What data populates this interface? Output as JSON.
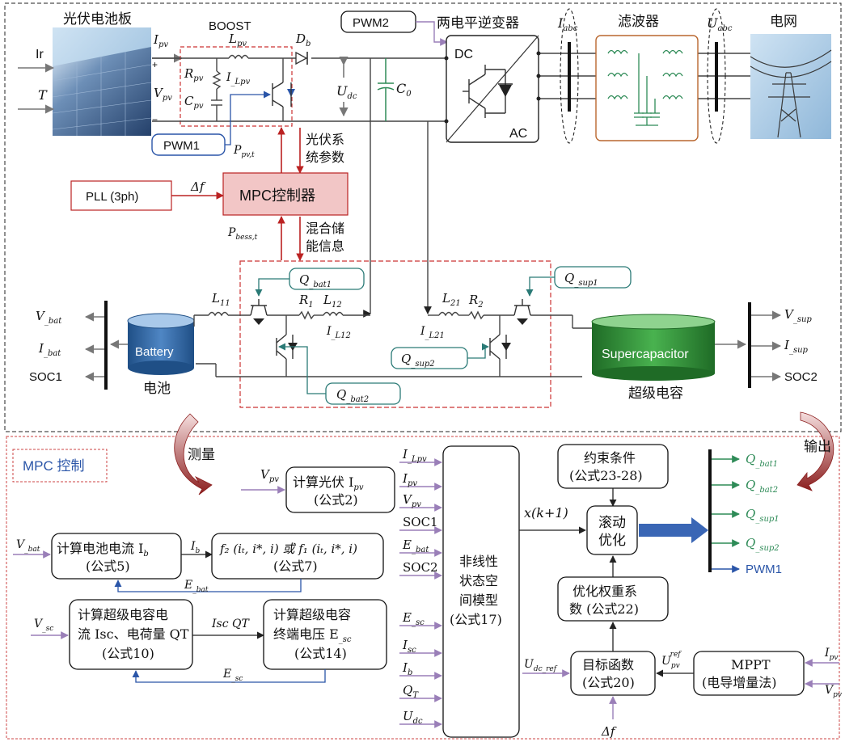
{
  "top": {
    "pv_panel_label": "光伏电池板",
    "boost_label": "BOOST",
    "pwm2_label": "PWM2",
    "inverter_title": "两电平逆变器",
    "inverter_dc": "DC",
    "inverter_ac": "AC",
    "filter_label": "滤波器",
    "grid_label": "电网",
    "input_ir": "Ir",
    "input_t": "T",
    "i_pv": "I",
    "i_pv_sub": "pv",
    "v_pv": "V",
    "v_pv_sub": "pv",
    "l_pv": "L",
    "l_pv_sub": "pv",
    "d_b": "D",
    "d_b_sub": "b",
    "r_pv": "R",
    "r_pv_sub": "pv",
    "c_pv": "C",
    "c_pv_sub": "pv",
    "i_lpv": "I",
    "i_lpv_sub": "_Lpv",
    "u_dc": "U",
    "u_dc_sub": "dc",
    "c_0": "C",
    "c_0_sub": "0",
    "i_abc": "I",
    "i_abc_sub": "abc",
    "u_abc": "U",
    "u_abc_sub": "abc",
    "pwm1_label": "PWM1",
    "p_pv_t": "P",
    "p_pv_t_sub": "pv,t",
    "pv_params_line1": "光伏系",
    "pv_params_line2": "统参数",
    "pll_label": "PLL (3ph)",
    "delta_f": "Δf",
    "mpc_controller": "MPC控制器",
    "p_bess_t": "P",
    "p_bess_t_sub": "bess,t",
    "hybrid_line1": "混合储",
    "hybrid_line2": "能信息",
    "q_bat1": "Q",
    "q_bat1_sub": "_bat1",
    "q_bat2": "Q",
    "q_bat2_sub": "_bat2",
    "q_sup1": "Q",
    "q_sup1_sub": "_sup1",
    "q_sup2": "Q",
    "q_sup2_sub": "_sup2",
    "l11": "L",
    "l11_sub": "11",
    "r1": "R",
    "r1_sub": "1",
    "l12": "L",
    "l12_sub": "12",
    "i_l12": "I",
    "i_l12_sub": "_L12",
    "l21": "L",
    "l21_sub": "21",
    "r2": "R",
    "r2_sub": "2",
    "i_l21": "I",
    "i_l21_sub": "_L21",
    "v_bat": "V",
    "v_bat_sub": "_bat",
    "i_bat": "I",
    "i_bat_sub": "_bat",
    "soc1": "SOC1",
    "battery": "Battery",
    "battery_cn": "电池",
    "supercap": "Supercapacitor",
    "supercap_cn": "超级电容",
    "v_sup": "V",
    "v_sup_sub": "_sup",
    "i_sup": "I",
    "i_sup_sub": "_sup",
    "soc2": "SOC2"
  },
  "bottom": {
    "mpc_control": "MPC 控制",
    "measure": "测量",
    "output": "输出",
    "calc_pv_line1": "计算光伏 I",
    "calc_pv_line1_sub": "pv",
    "calc_pv_line2": "(公式2)",
    "v_pv_in": "V",
    "v_pv_in_sub": "pv",
    "calc_bat_line1": "计算电池电流 I",
    "calc_bat_line1_sub": "b",
    "calc_bat_line2": "(公式5)",
    "v_bat_in": "V",
    "v_bat_in_sub": "_bat",
    "i_b_mid": "I",
    "i_b_mid_sub": "b",
    "e_bat_fb": "E",
    "e_bat_fb_sub": "_bat",
    "f_line1": "f₂ (iₜ, i*, i) 或 f₁ (iₜ, i*, i)",
    "f_line2": "(公式7)",
    "calc_sc_line1": "计算超级电容电",
    "calc_sc_line2": "流 Isc、电荷量 QT",
    "calc_sc_line3": "(公式10)",
    "v_sc_in": "V",
    "v_sc_in_sub": "_sc",
    "isc_qt_mid": "Isc  QT",
    "e_sc_fb": "E",
    "e_sc_fb_sub": "_sc",
    "calc_term_line1": "计算超级电容",
    "calc_term_line2": "终端电压 E",
    "calc_term_line2_sub": "_sc",
    "calc_term_line3": "(公式14)",
    "model_line1": "非线性",
    "model_line2": "状态空",
    "model_line3": "间模型",
    "model_line4": "(公式17)",
    "model_inputs": [
      {
        "main": "I",
        "sub": "_Lpv"
      },
      {
        "main": "I",
        "sub": "pv"
      },
      {
        "main": "V",
        "sub": "pv"
      },
      {
        "main": "SOC1",
        "sub": ""
      },
      {
        "main": "E",
        "sub": "_bat"
      },
      {
        "main": "SOC2",
        "sub": ""
      },
      {
        "main": "E",
        "sub": "_sc"
      },
      {
        "main": "I",
        "sub": "sc"
      },
      {
        "main": "I",
        "sub": "b"
      },
      {
        "main": "Q",
        "sub": "T"
      },
      {
        "main": "U",
        "sub": "dc"
      }
    ],
    "x_k1": "x(k+1)",
    "constraint_line1": "约束条件",
    "constraint_line2": "(公式23-28)",
    "rolling_line1": "滚动",
    "rolling_line2": "优化",
    "weight_line1": "优化权重系",
    "weight_line2": "数 (公式22)",
    "objective_line1": "目标函数",
    "objective_line2": "(公式20)",
    "u_dc_ref": "U",
    "u_dc_ref_sub": "dc_ref",
    "u_pv_ref": "U",
    "u_pv_ref_sub": "pv",
    "u_pv_ref_sup": "ref",
    "delta_f_bottom": "Δf",
    "mppt_line1": "MPPT",
    "mppt_line2": "(电导增量法)",
    "mppt_in_i": "I",
    "mppt_in_i_sub": "pv",
    "mppt_in_v": "V",
    "mppt_in_v_sub": "pv",
    "outputs": [
      {
        "main": "Q",
        "sub": "_bat1",
        "color": "#2e8b57"
      },
      {
        "main": "Q",
        "sub": "_bat2",
        "color": "#2e8b57"
      },
      {
        "main": "Q",
        "sub": "_sup1",
        "color": "#2e8b57"
      },
      {
        "main": "Q",
        "sub": "_sup2",
        "color": "#2e8b57"
      },
      {
        "main": "PWM1",
        "sub": "",
        "color": "#2a55a8"
      }
    ]
  },
  "colors": {
    "red": "#b22222",
    "blue": "#2a55a8",
    "green": "#2e8b57",
    "purple": "#9a7fb8",
    "teal": "#2a7a76"
  }
}
